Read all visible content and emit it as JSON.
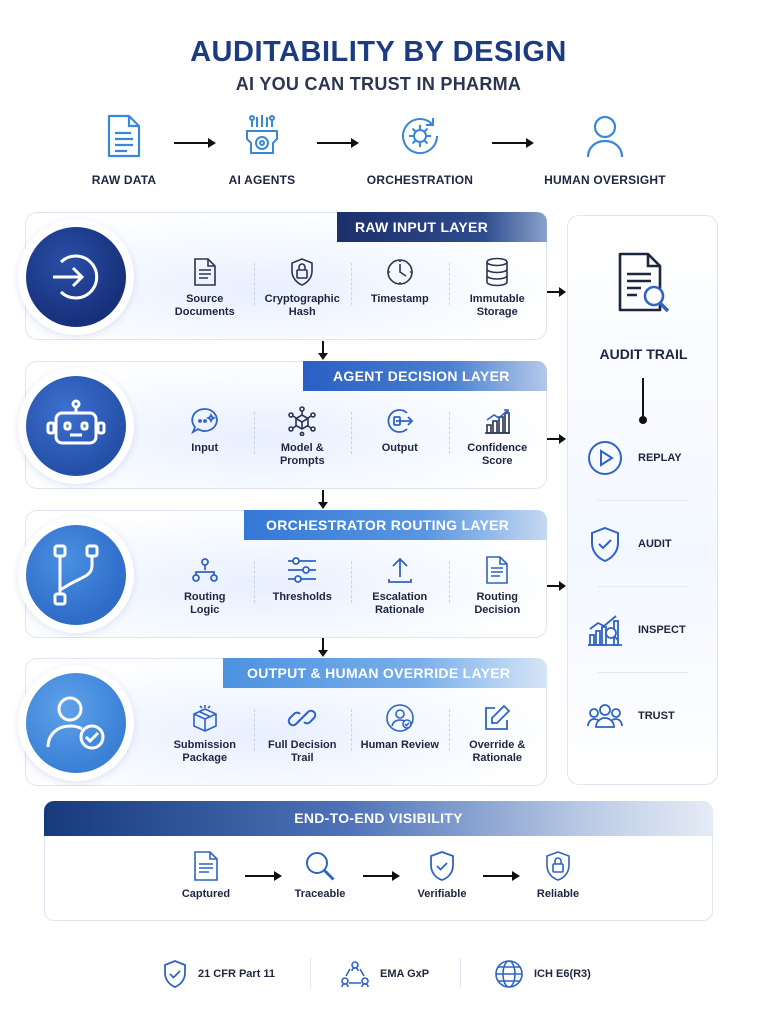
{
  "header": {
    "title": "AUDITABILITY BY DESIGN",
    "subtitle": "AI YOU CAN TRUST IN PHARMA"
  },
  "flow": [
    {
      "label": "RAW DATA",
      "icon": "document-icon"
    },
    {
      "label": "AI AGENTS",
      "icon": "ai-chip-icon"
    },
    {
      "label": "ORCHESTRATION",
      "icon": "gear-cycle-icon"
    },
    {
      "label": "HUMAN OVERSIGHT",
      "icon": "person-icon"
    }
  ],
  "layers": [
    {
      "title": "RAW INPUT LAYER",
      "icon": "login-arrow-icon",
      "items": [
        {
          "line1": "Source",
          "line2": "Documents",
          "icon": "document-icon"
        },
        {
          "line1": "Cryptographic",
          "line2": "Hash",
          "icon": "lock-shield-icon"
        },
        {
          "line1": "Timestamp",
          "line2": "",
          "icon": "clock-icon"
        },
        {
          "line1": "Immutable",
          "line2": "Storage",
          "icon": "database-icon"
        }
      ]
    },
    {
      "title": "AGENT DECISION LAYER",
      "icon": "robot-icon",
      "items": [
        {
          "line1": "Input",
          "line2": "",
          "icon": "chat-bubble-icon"
        },
        {
          "line1": "Model &",
          "line2": "Prompts",
          "icon": "cube-network-icon"
        },
        {
          "line1": "Output",
          "line2": "",
          "icon": "output-arrow-icon"
        },
        {
          "line1": "Confidence",
          "line2": "Score",
          "icon": "bar-chart-icon"
        }
      ]
    },
    {
      "title": "ORCHESTRATOR ROUTING LAYER",
      "icon": "branch-icon",
      "items": [
        {
          "line1": "Routing",
          "line2": "Logic",
          "icon": "hierarchy-icon"
        },
        {
          "line1": "Thresholds",
          "line2": "",
          "icon": "sliders-icon"
        },
        {
          "line1": "Escalation",
          "line2": "Rationale",
          "icon": "upload-icon"
        },
        {
          "line1": "Routing",
          "line2": "Decision",
          "icon": "document-icon"
        }
      ]
    },
    {
      "title": "OUTPUT & HUMAN OVERRIDE LAYER",
      "icon": "user-check-icon",
      "items": [
        {
          "line1": "Submission",
          "line2": "Package",
          "icon": "box-icon"
        },
        {
          "line1": "Full Decision",
          "line2": "Trail",
          "icon": "link-icon"
        },
        {
          "line1": "Human Review",
          "line2": "",
          "icon": "user-verified-icon"
        },
        {
          "line1": "Override &",
          "line2": "Rationale",
          "icon": "edit-icon"
        }
      ]
    }
  ],
  "audit_trail": {
    "title": "AUDIT TRAIL",
    "icon": "document-search-icon",
    "items": [
      {
        "label": "REPLAY",
        "icon": "play-icon"
      },
      {
        "label": "AUDIT",
        "icon": "shield-check-icon"
      },
      {
        "label": "INSPECT",
        "icon": "chart-search-icon"
      },
      {
        "label": "TRUST",
        "icon": "team-icon"
      }
    ]
  },
  "visibility": {
    "title": "END-TO-END VISIBILITY",
    "items": [
      {
        "label": "Captured",
        "icon": "document-icon"
      },
      {
        "label": "Traceable",
        "icon": "magnifier-icon"
      },
      {
        "label": "Verifiable",
        "icon": "shield-check-icon"
      },
      {
        "label": "Reliable",
        "icon": "lock-shield-icon"
      }
    ]
  },
  "compliance": [
    {
      "label": "21 CFR Part 11",
      "icon": "shield-check-icon"
    },
    {
      "label": "EMA GxP",
      "icon": "network-people-icon"
    },
    {
      "label": "ICH E6(R3)",
      "icon": "globe-icon"
    }
  ],
  "colors": {
    "navy": "#1d3c80",
    "blue": "#2f64c4",
    "accent": "#3a86d8",
    "text": "#1d2540"
  }
}
